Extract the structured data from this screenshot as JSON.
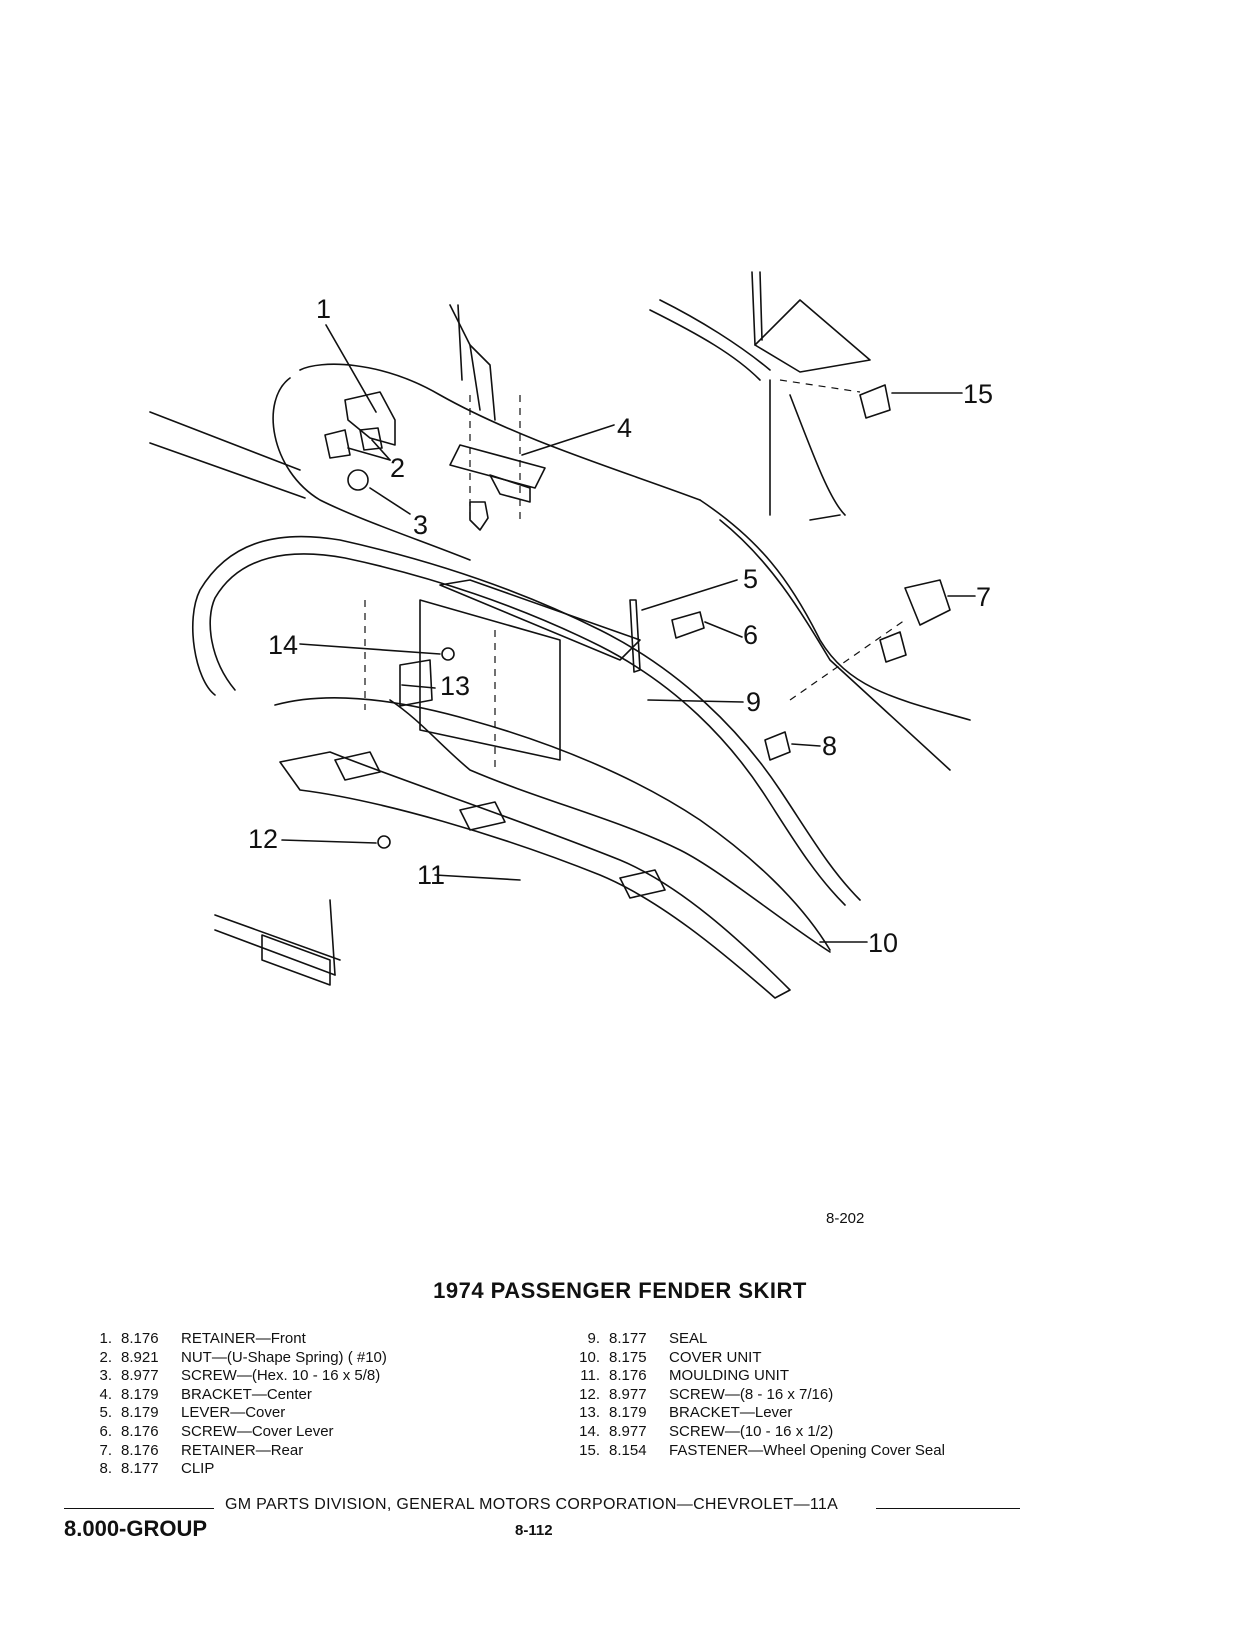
{
  "drawing_id": "8-202",
  "title": "1974 PASSENGER FENDER SKIRT",
  "callouts": [
    "1",
    "2",
    "3",
    "4",
    "5",
    "6",
    "7",
    "8",
    "9",
    "10",
    "11",
    "12",
    "13",
    "14",
    "15"
  ],
  "parts_left": [
    {
      "num": "1.",
      "code": "8.176",
      "desc": "RETAINER—Front"
    },
    {
      "num": "2.",
      "code": "8.921",
      "desc": "NUT—(U-Shape Spring) ( #10)"
    },
    {
      "num": "3.",
      "code": "8.977",
      "desc": "SCREW—(Hex. 10 - 16 x 5/8)"
    },
    {
      "num": "4.",
      "code": "8.179",
      "desc": "BRACKET—Center"
    },
    {
      "num": "5.",
      "code": "8.179",
      "desc": "LEVER—Cover"
    },
    {
      "num": "6.",
      "code": "8.176",
      "desc": "SCREW—Cover Lever"
    },
    {
      "num": "7.",
      "code": "8.176",
      "desc": "RETAINER—Rear"
    },
    {
      "num": "8.",
      "code": "8.177",
      "desc": "CLIP"
    }
  ],
  "parts_right": [
    {
      "num": "9.",
      "code": "8.177",
      "desc": "SEAL"
    },
    {
      "num": "10.",
      "code": "8.175",
      "desc": "COVER UNIT"
    },
    {
      "num": "11.",
      "code": "8.176",
      "desc": "MOULDING UNIT"
    },
    {
      "num": "12.",
      "code": "8.977",
      "desc": "SCREW—(8 - 16 x 7/16)"
    },
    {
      "num": "13.",
      "code": "8.179",
      "desc": "BRACKET—Lever"
    },
    {
      "num": "14.",
      "code": "8.977",
      "desc": "SCREW—(10 - 16 x 1/2)"
    },
    {
      "num": "15.",
      "code": "8.154",
      "desc": "FASTENER—Wheel Opening Cover Seal"
    }
  ],
  "footer": {
    "division": "GM PARTS DIVISION, GENERAL MOTORS CORPORATION—CHEVROLET—11A",
    "group": "8.000-GROUP",
    "page": "8-112"
  }
}
